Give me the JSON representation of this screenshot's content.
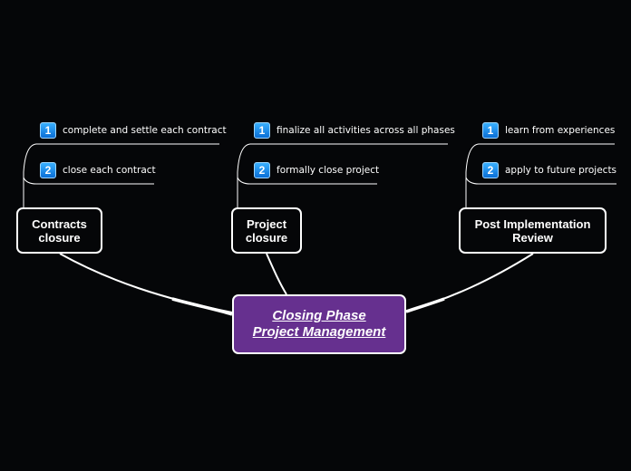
{
  "central": {
    "line1": "Closing Phase",
    "line2": "Project Management"
  },
  "branches": [
    {
      "title_line1": "Contracts",
      "title_line2": "closure",
      "items": [
        {
          "number": "1",
          "text": "complete and settle each contract"
        },
        {
          "number": "2",
          "text": "close each contract"
        }
      ]
    },
    {
      "title_line1": "Project",
      "title_line2": "closure",
      "items": [
        {
          "number": "1",
          "text": "finalize all activities across all phases"
        },
        {
          "number": "2",
          "text": "formally close project"
        }
      ]
    },
    {
      "title_line1": "Post Implementation",
      "title_line2": "Review",
      "items": [
        {
          "number": "1",
          "text": "learn from experiences"
        },
        {
          "number": "2",
          "text": "apply to future projects"
        }
      ]
    }
  ],
  "colors": {
    "background": "#050608",
    "central_fill": "#66308f",
    "badge": "#1e88e5",
    "line": "#ffffff"
  }
}
